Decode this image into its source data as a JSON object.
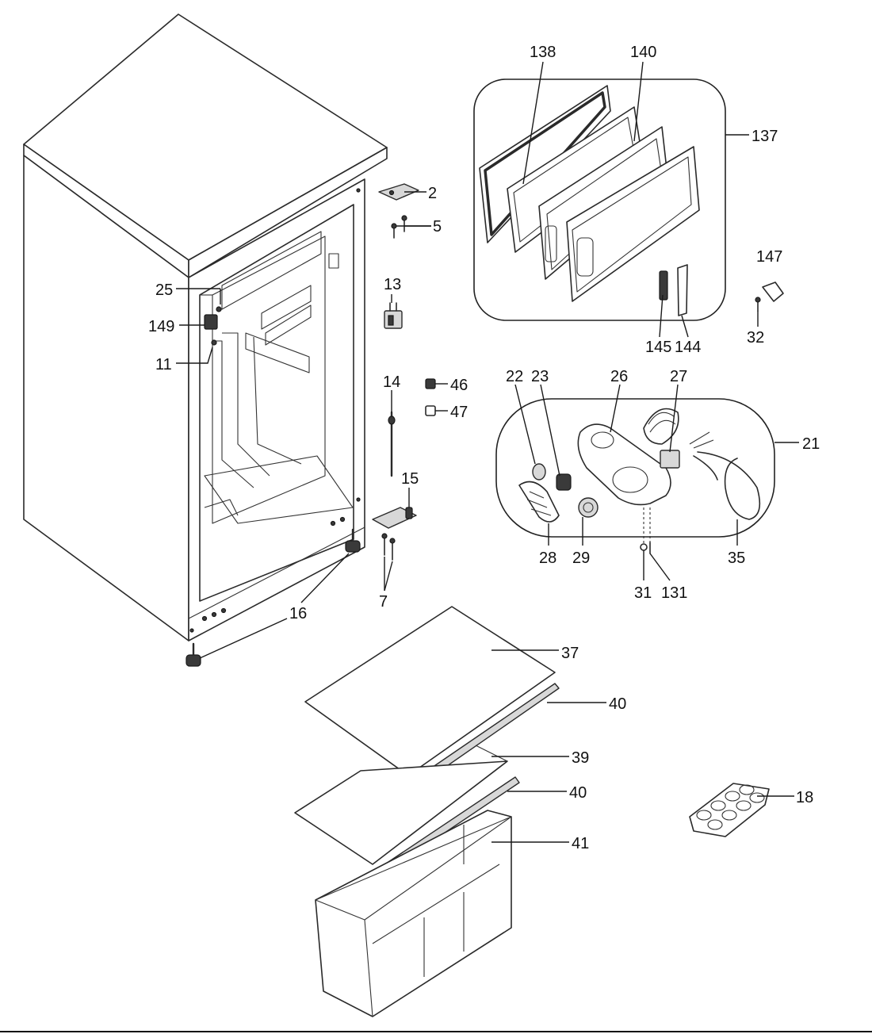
{
  "callouts": {
    "c138": "138",
    "c140": "140",
    "c137": "137",
    "c2": "2",
    "c5": "5",
    "c25": "25",
    "c149": "149",
    "c13": "13",
    "c147": "147",
    "c11": "11",
    "c145": "145",
    "c144": "144",
    "c32": "32",
    "c14": "14",
    "c46": "46",
    "c47": "47",
    "c22": "22",
    "c23": "23",
    "c26": "26",
    "c27": "27",
    "c21": "21",
    "c15": "15",
    "c28": "28",
    "c29": "29",
    "c35": "35",
    "c7": "7",
    "c16": "16",
    "c31": "31",
    "c131": "131",
    "c37": "37",
    "c40a": "40",
    "c39": "39",
    "c40b": "40",
    "c41": "41",
    "c18": "18"
  }
}
